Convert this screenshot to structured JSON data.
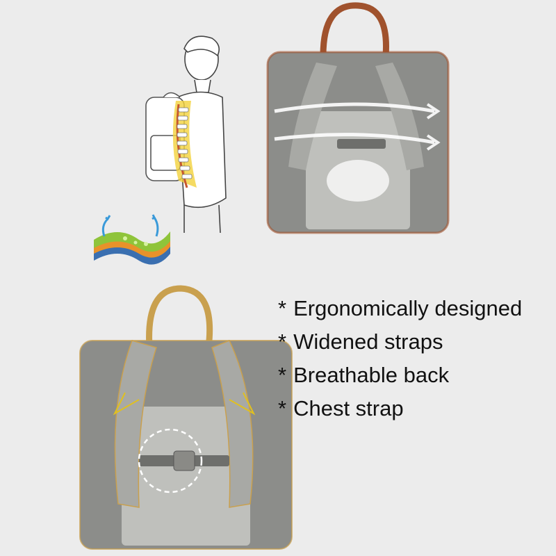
{
  "features": [
    {
      "marker": "*",
      "text": "Ergonomically designed"
    },
    {
      "marker": "*",
      "text": "Widened straps"
    },
    {
      "marker": "*",
      "text": "Breathable back"
    },
    {
      "marker": "*",
      "text": "Chest strap"
    }
  ],
  "colors": {
    "background": "#ececec",
    "fabric_gray": "#8c8d8a",
    "mesh_gray": "#bfc0bc",
    "handle_brown": "#a0522d",
    "handle_gold": "#c9a04e",
    "spine_yellow": "#f2d23c",
    "airflow_blue": "#3a9ad9"
  },
  "images": [
    {
      "name": "spine-illustration",
      "depicts": "man-wearing-backpack-spine-diagram"
    },
    {
      "name": "backpack-top",
      "depicts": "backpack-back-with-airflow-arrows"
    },
    {
      "name": "fabric-layers",
      "depicts": "breathable-fabric-layers"
    },
    {
      "name": "backpack-bottom",
      "depicts": "backpack-back-with-straps-and-chest-strap"
    }
  ]
}
